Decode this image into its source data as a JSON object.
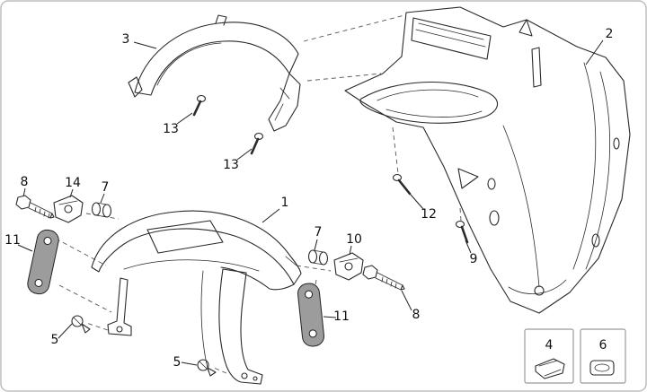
{
  "diagram": {
    "type": "exploded-parts-diagram",
    "description": "Front body panels and mudguard exploded view with numbered part callouts",
    "background": "#ffffff",
    "line_color": "#2a2a2a",
    "pad_fill": "#9c9c9c",
    "callouts": [
      {
        "label": "3"
      },
      {
        "label": "2"
      },
      {
        "label": "13"
      },
      {
        "label": "13"
      },
      {
        "label": "8"
      },
      {
        "label": "14"
      },
      {
        "label": "7"
      },
      {
        "label": "1"
      },
      {
        "label": "12"
      },
      {
        "label": "11"
      },
      {
        "label": "7"
      },
      {
        "label": "10"
      },
      {
        "label": "9"
      },
      {
        "label": "8"
      },
      {
        "label": "11"
      },
      {
        "label": "5"
      },
      {
        "label": "5"
      }
    ],
    "legend_boxes": [
      {
        "label": "4"
      },
      {
        "label": "6"
      }
    ]
  }
}
